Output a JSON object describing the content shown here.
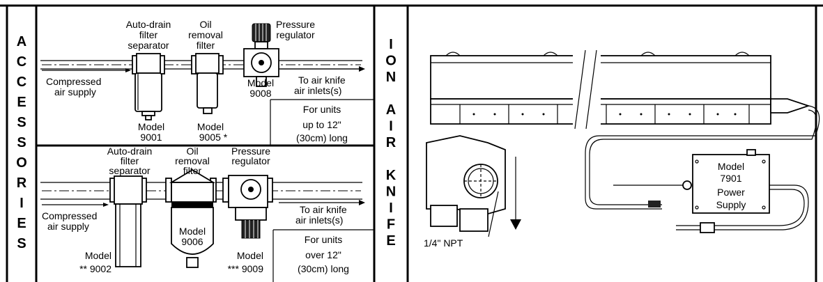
{
  "side_label_left": [
    "A",
    "C",
    "C",
    "E",
    "S",
    "S",
    "O",
    "R",
    "I",
    "E",
    "S"
  ],
  "side_label_mid": [
    "I",
    "O",
    "N",
    "",
    "A",
    "I",
    "R",
    "",
    "K",
    "N",
    "I",
    "F",
    "E"
  ],
  "top_panel": {
    "autodrain": [
      "Auto-drain",
      "filter",
      "separator"
    ],
    "oil": [
      "Oil",
      "removal",
      "filter"
    ],
    "regulator": [
      "Pressure",
      "regulator"
    ],
    "supply": [
      "Compressed",
      "air supply"
    ],
    "outlet": [
      "To air knife",
      "air inlets(s)"
    ],
    "model_9008": [
      "Model",
      "9008"
    ],
    "model_9001": [
      "Model",
      "9001"
    ],
    "model_9005": [
      "Model",
      "9005 *"
    ],
    "note": [
      "For units",
      "up to 12\"",
      "(30cm) long"
    ]
  },
  "bottom_panel": {
    "autodrain": [
      "Auto-drain",
      "filter",
      "separator"
    ],
    "oil": [
      "Oil",
      "removal",
      "filter"
    ],
    "regulator": [
      "Pressure",
      "regulator"
    ],
    "supply": [
      "Compressed",
      "air supply"
    ],
    "outlet": [
      "To air knife",
      "air inlets(s)"
    ],
    "model_9006": [
      "Model",
      "9006"
    ],
    "model_9002": [
      "Model",
      "** 9002"
    ],
    "model_9009": [
      "Model",
      "*** 9009"
    ],
    "note": [
      "For units",
      "over 12\"",
      "(30cm) long"
    ]
  },
  "knife": {
    "npt": "1/4\" NPT",
    "power_supply": [
      "Model",
      "7901",
      "Power",
      "Supply"
    ]
  }
}
